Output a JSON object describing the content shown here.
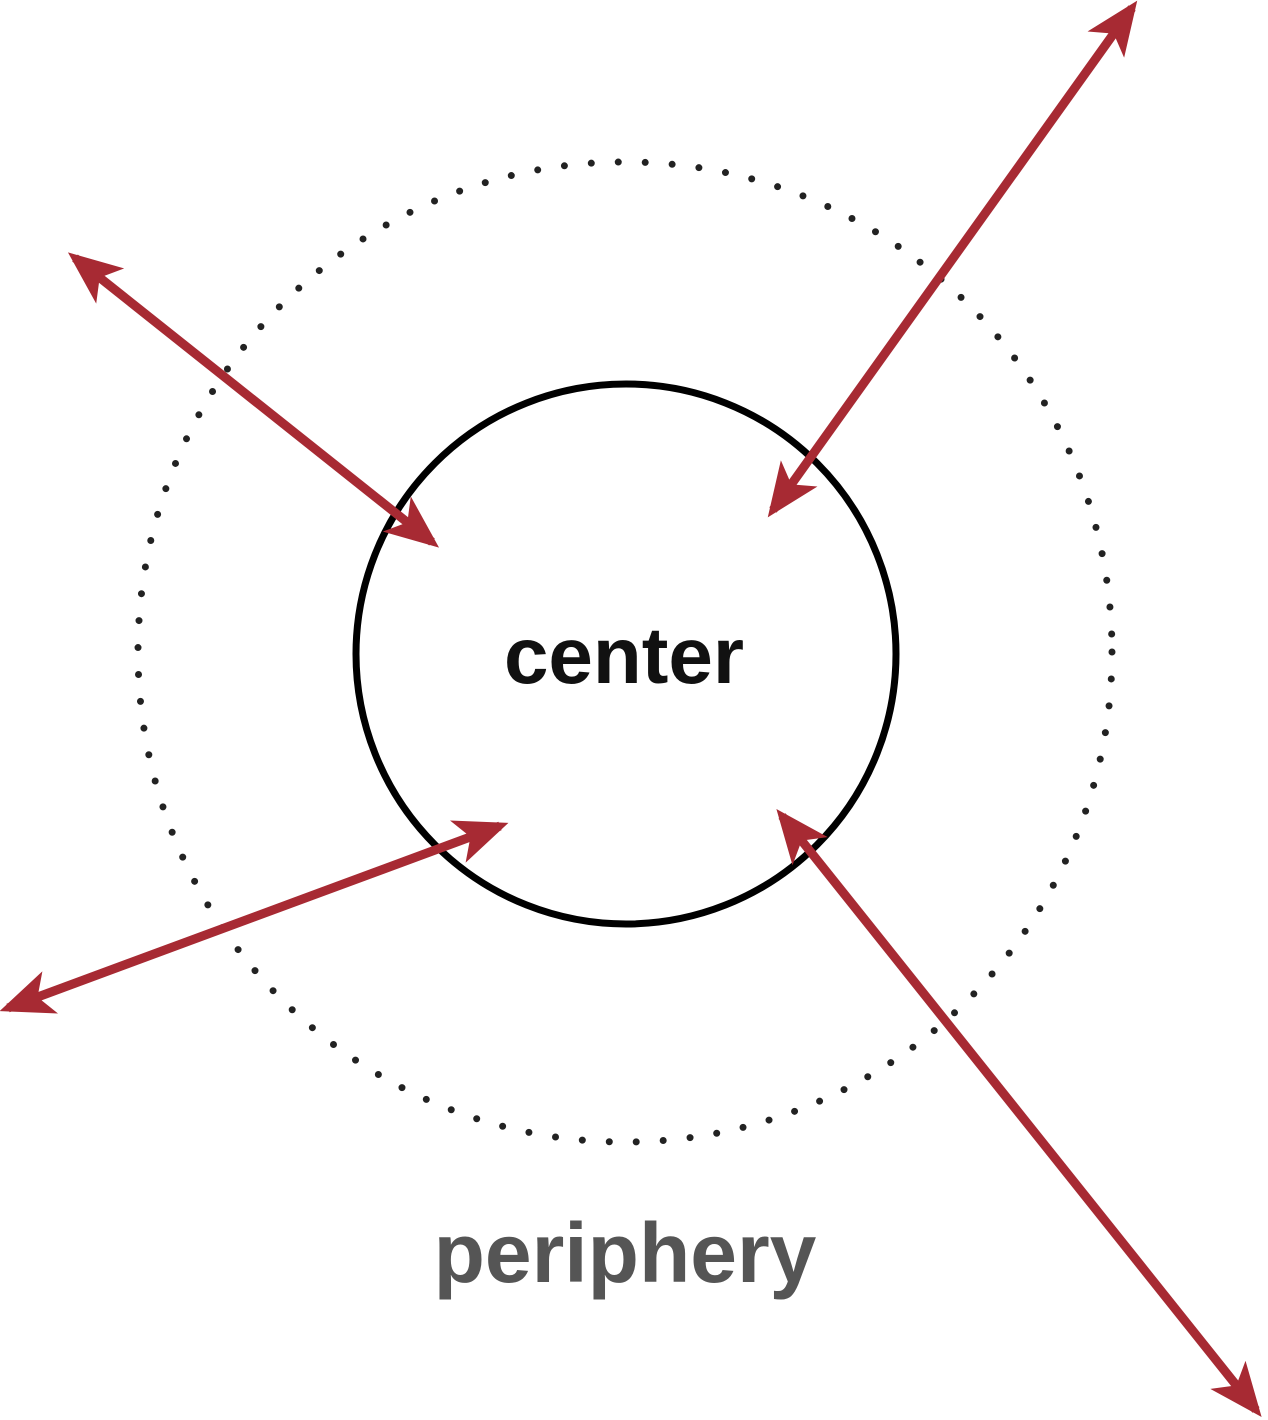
{
  "labels": {
    "center": "center",
    "periphery": "periphery"
  },
  "colors": {
    "arrow": "#a72a33",
    "inner_circle_stroke": "#000000",
    "outer_circle_dots": "#222222",
    "center_text": "#111111",
    "periphery_text": "#555555",
    "background": "#ffffff"
  },
  "arrows": [
    {
      "name": "arrow-top-right"
    },
    {
      "name": "arrow-top-left"
    },
    {
      "name": "arrow-bottom-left"
    },
    {
      "name": "arrow-bottom-right"
    }
  ]
}
